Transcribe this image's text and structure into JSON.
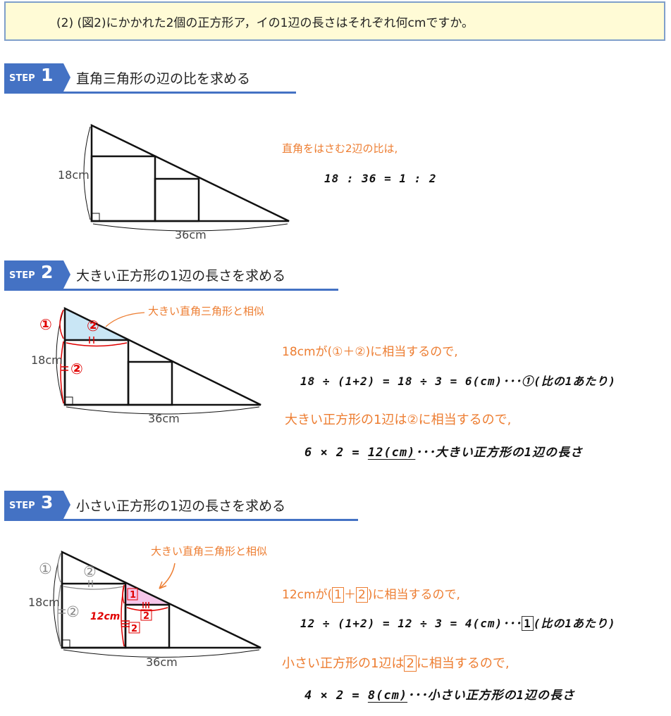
{
  "question": "(2) (図2)にかかれた2個の正方形ア，イの1辺の長さはそれぞれ何cmですか。",
  "steps": [
    {
      "label": "STEP",
      "number": "1",
      "title": "直角三角形の辺の比を求める"
    },
    {
      "label": "STEP",
      "number": "2",
      "title": "大きい正方形の1辺の長さを求める"
    },
    {
      "label": "STEP",
      "number": "3",
      "title": "小さい正方形の1辺の長さを求める"
    }
  ],
  "diagram": {
    "height_label": "18cm",
    "base_label": "36cm",
    "mark_1": "①",
    "mark_2": "②",
    "box_1": "1",
    "box_2": "2",
    "small_height_label": "12cm",
    "similar_label": "大きい直角三角形と相似"
  },
  "step1": {
    "note": "直角をはさむ2辺の比は,",
    "ratio": "18 : 36 = 1 : 2"
  },
  "step2": {
    "note1": "18cmが(①＋②)に相当するので,",
    "calc1": "18 ÷ (1+2) = 18 ÷ 3 = 6(cm)･･･①(比の1あたり)",
    "note2": "大きい正方形の1辺は②に相当するので,",
    "calc2_pre": "6 × 2 = ",
    "calc2_answer": "12(cm)",
    "calc2_post": "･･･大きい正方形の1辺の長さ"
  },
  "step3": {
    "note1_pre": "12cmが(",
    "note1_box1": "1",
    "note1_plus": "＋",
    "note1_box2": "2",
    "note1_post": ")に相当するので,",
    "calc1_pre": "12 ÷ (1+2) = 12 ÷ 3 = 4(cm)･･･",
    "calc1_box": "1",
    "calc1_post": "(比の1あたり)",
    "note2_pre": "小さい正方形の1辺は",
    "note2_box": "2",
    "note2_post": "に相当するので,",
    "calc2_pre": "4 × 2 = ",
    "calc2_answer": "8(cm)",
    "calc2_post": "･･･小さい正方形の1辺の長さ"
  },
  "colors": {
    "accent_blue": "#4472c4",
    "note_orange": "#ed7d31",
    "mark_red": "#e00000",
    "light_blue_fill": "#c9e6f5",
    "pink_fill": "#f6c6ea",
    "question_bg": "#fffbd6"
  }
}
